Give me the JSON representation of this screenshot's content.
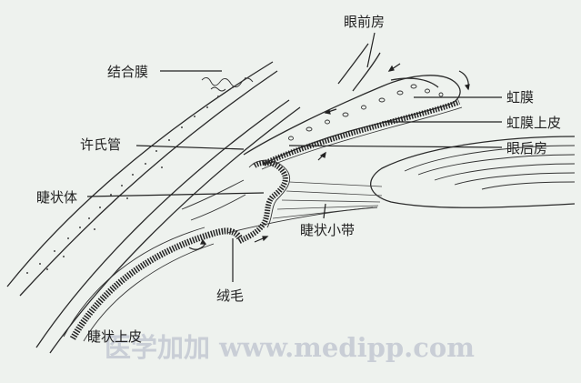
{
  "labels": {
    "anterior_chamber": "眼前房",
    "conjunctiva": "结合膜",
    "iris": "虹膜",
    "iris_epithelium": "虹膜上皮",
    "posterior_chamber": "眼后房",
    "schlemm_canal": "许氏管",
    "ciliary_body": "睫状体",
    "zonule": "睫状小带",
    "villi": "绒毛",
    "ciliary_epithelium": "睫状上皮"
  },
  "watermark": "医学加加 www.medipp.com"
}
